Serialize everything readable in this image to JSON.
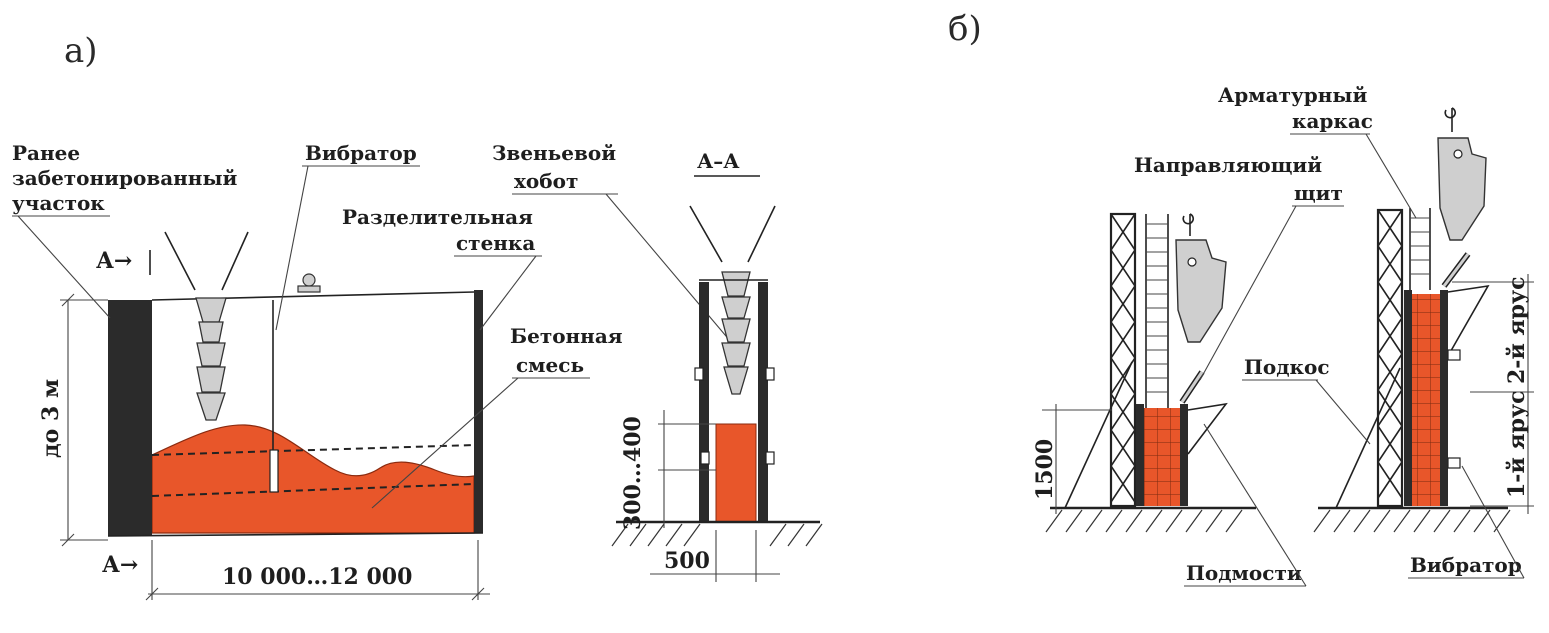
{
  "colors": {
    "concrete": "#e8562a",
    "wall": "#2b2b2b",
    "bucket": "#cfcfcf",
    "line": "#222222"
  },
  "panel_a": {
    "letter": "а)",
    "label_previous_1": "Ранее",
    "label_previous_2": "забетонированный",
    "label_previous_3": "участок",
    "label_vibrator": "Вибратор",
    "label_trunk_1": "Звеньевой",
    "label_trunk_2": "хобот",
    "label_wall_1": "Разделительная",
    "label_wall_2": "стенка",
    "label_mix_1": "Бетонная",
    "label_mix_2": "смесь",
    "section_mark": "А→",
    "section_title": "А–А",
    "dim_height": "до 3 м",
    "dim_length": "10 000…12 000",
    "dim_layer": "300…400",
    "dim_width": "500"
  },
  "panel_b": {
    "letter": "б)",
    "label_rebar_1": "Арматурный",
    "label_rebar_2": "каркас",
    "label_guide_1": "Направляющий",
    "label_guide_2": "щит",
    "label_brace": "Подкос",
    "label_scaffold": "Подмости",
    "label_vibrator": "Вибратор",
    "dim_height": "1500",
    "tier_2": "2-й ярус",
    "tier_1": "1-й ярус"
  }
}
